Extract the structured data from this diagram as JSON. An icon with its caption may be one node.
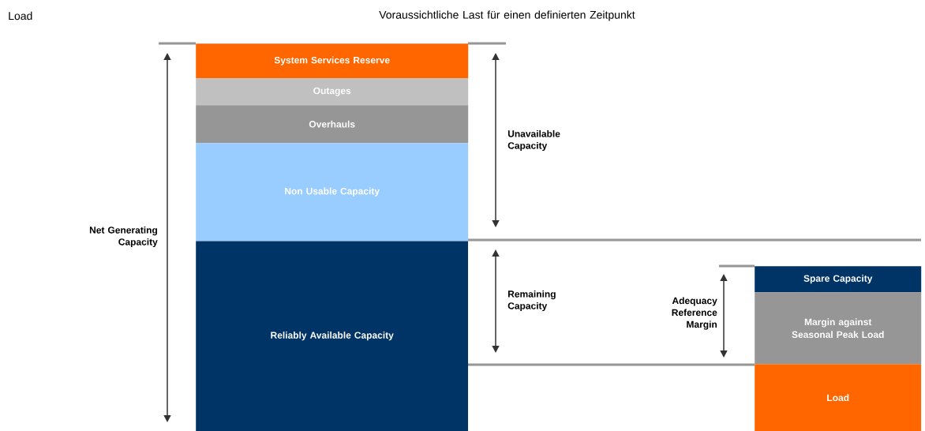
{
  "diagram": {
    "nodes": [
      {
        "text": [
          "System Services Reserve"
        ]
      },
      {
        "text": [
          "Outages"
        ]
      },
      {
        "text": [
          "Overhauls"
        ]
      },
      {
        "text": [
          "Non Usable Capacity"
        ]
      },
      {
        "text": [
          "Reliably Available Capacity"
        ]
      },
      {
        "text": [
          "Spare Capacity"
        ]
      },
      {
        "text": [
          "Margin against Seasonal Peak Load"
        ]
      },
      {
        "text": [
          "Load"
        ]
      }
    ],
    "labels": [
      "Load",
      "Voraussichtliche Last für einen definierten Zeitpunkt",
      "Net Generating Capacity",
      "Unavailable Capacity",
      "Remaining Capacity",
      "Adequacy Reference Margin"
    ]
  }
}
